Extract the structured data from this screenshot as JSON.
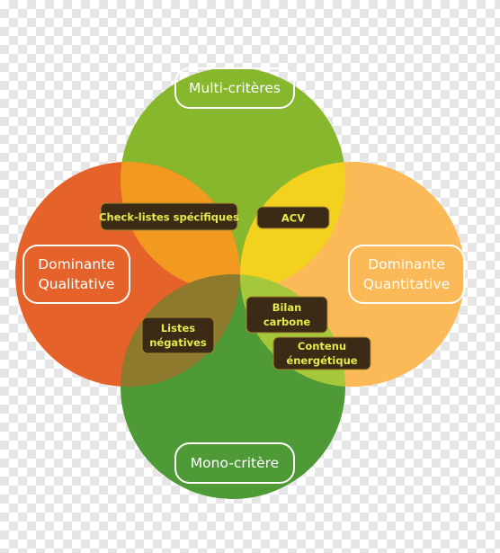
{
  "axes": {
    "top": "Multi-critères",
    "left": [
      "Dominante",
      "Qualitative"
    ],
    "right": [
      "Dominante",
      "Quantitative"
    ],
    "bottom": "Mono-critère"
  },
  "tools": {
    "checklists": "Check-listes spécifiques",
    "acv": "ACV",
    "bilan": [
      "Bilan",
      "carbone"
    ],
    "listes": [
      "Listes",
      "négatives"
    ],
    "contenu": [
      "Contenu",
      "énergétique"
    ]
  },
  "colors": {
    "top_circle": "#86b72c",
    "left_circle": "#e5632a",
    "right_circle": "#fbb957",
    "bottom_circle": "#4d9a36",
    "pill_fill": "#3b2a15",
    "pill_text": "#e4ec4c",
    "axis_text": "#ffffff"
  }
}
